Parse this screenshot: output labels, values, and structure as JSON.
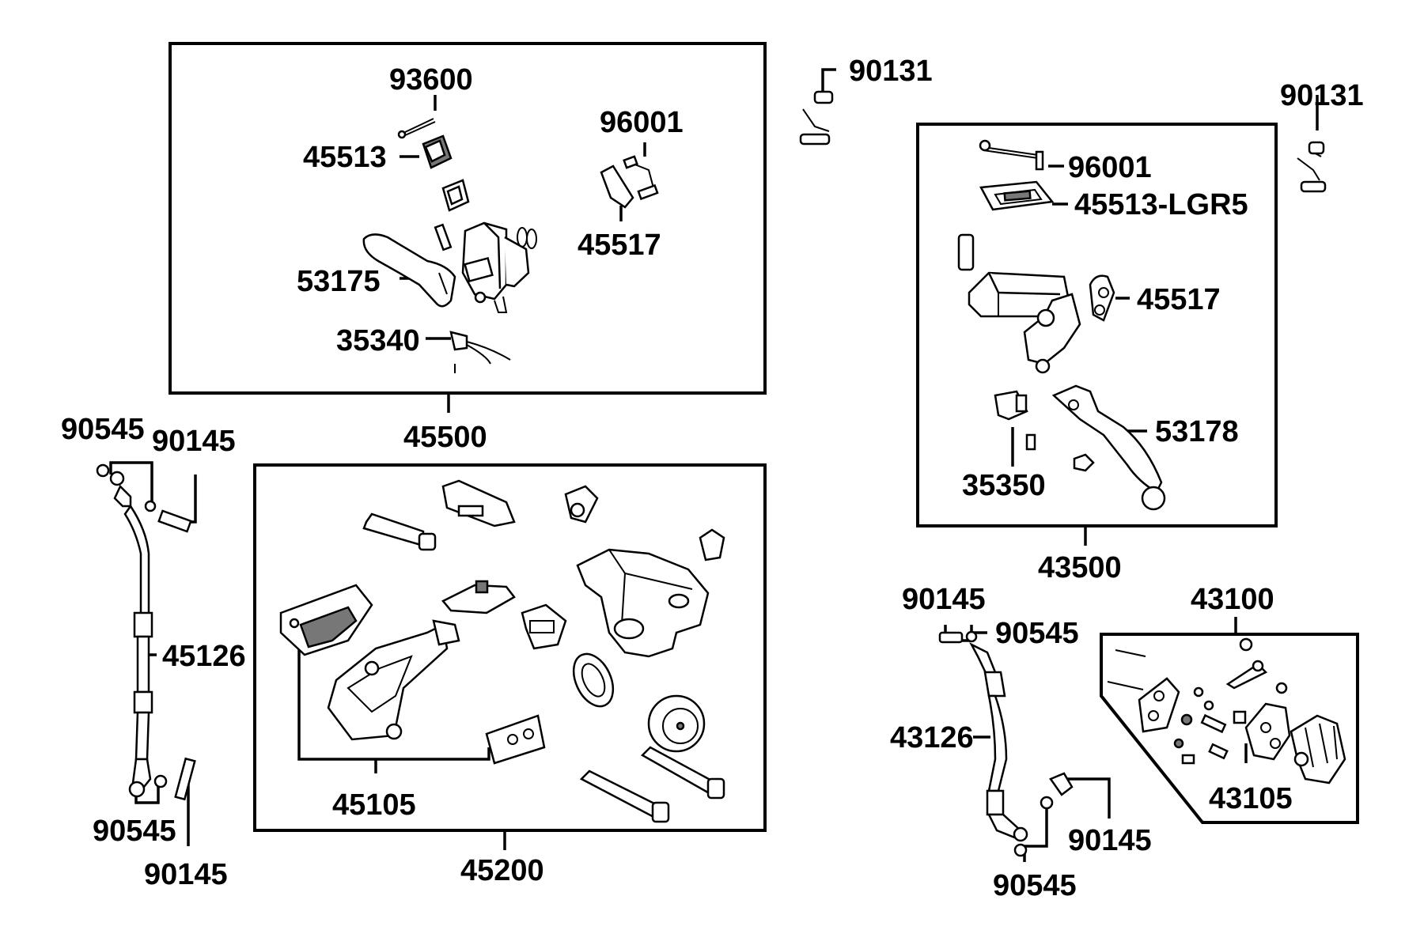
{
  "labels": {
    "l_93600": "93600",
    "l_45513": "45513",
    "l_96001_a": "96001",
    "l_45517_a": "45517",
    "l_53175": "53175",
    "l_35340": "35340",
    "l_45500": "45500",
    "l_90131_a": "90131",
    "l_90131_b": "90131",
    "l_96001_b": "96001",
    "l_45513_lgr5": "45513-LGR5",
    "l_45517_b": "45517",
    "l_53178": "53178",
    "l_35350": "35350",
    "l_43500": "43500",
    "l_90545_a": "90545",
    "l_90145_a": "90145",
    "l_45126": "45126",
    "l_90545_b": "90545",
    "l_90145_b": "90145",
    "l_45105": "45105",
    "l_45200": "45200",
    "l_90145_c": "90145",
    "l_90545_c": "90545",
    "l_43100": "43100",
    "l_43126": "43126",
    "l_43105": "43105",
    "l_90145_d": "90145",
    "l_90545_d": "90545"
  }
}
